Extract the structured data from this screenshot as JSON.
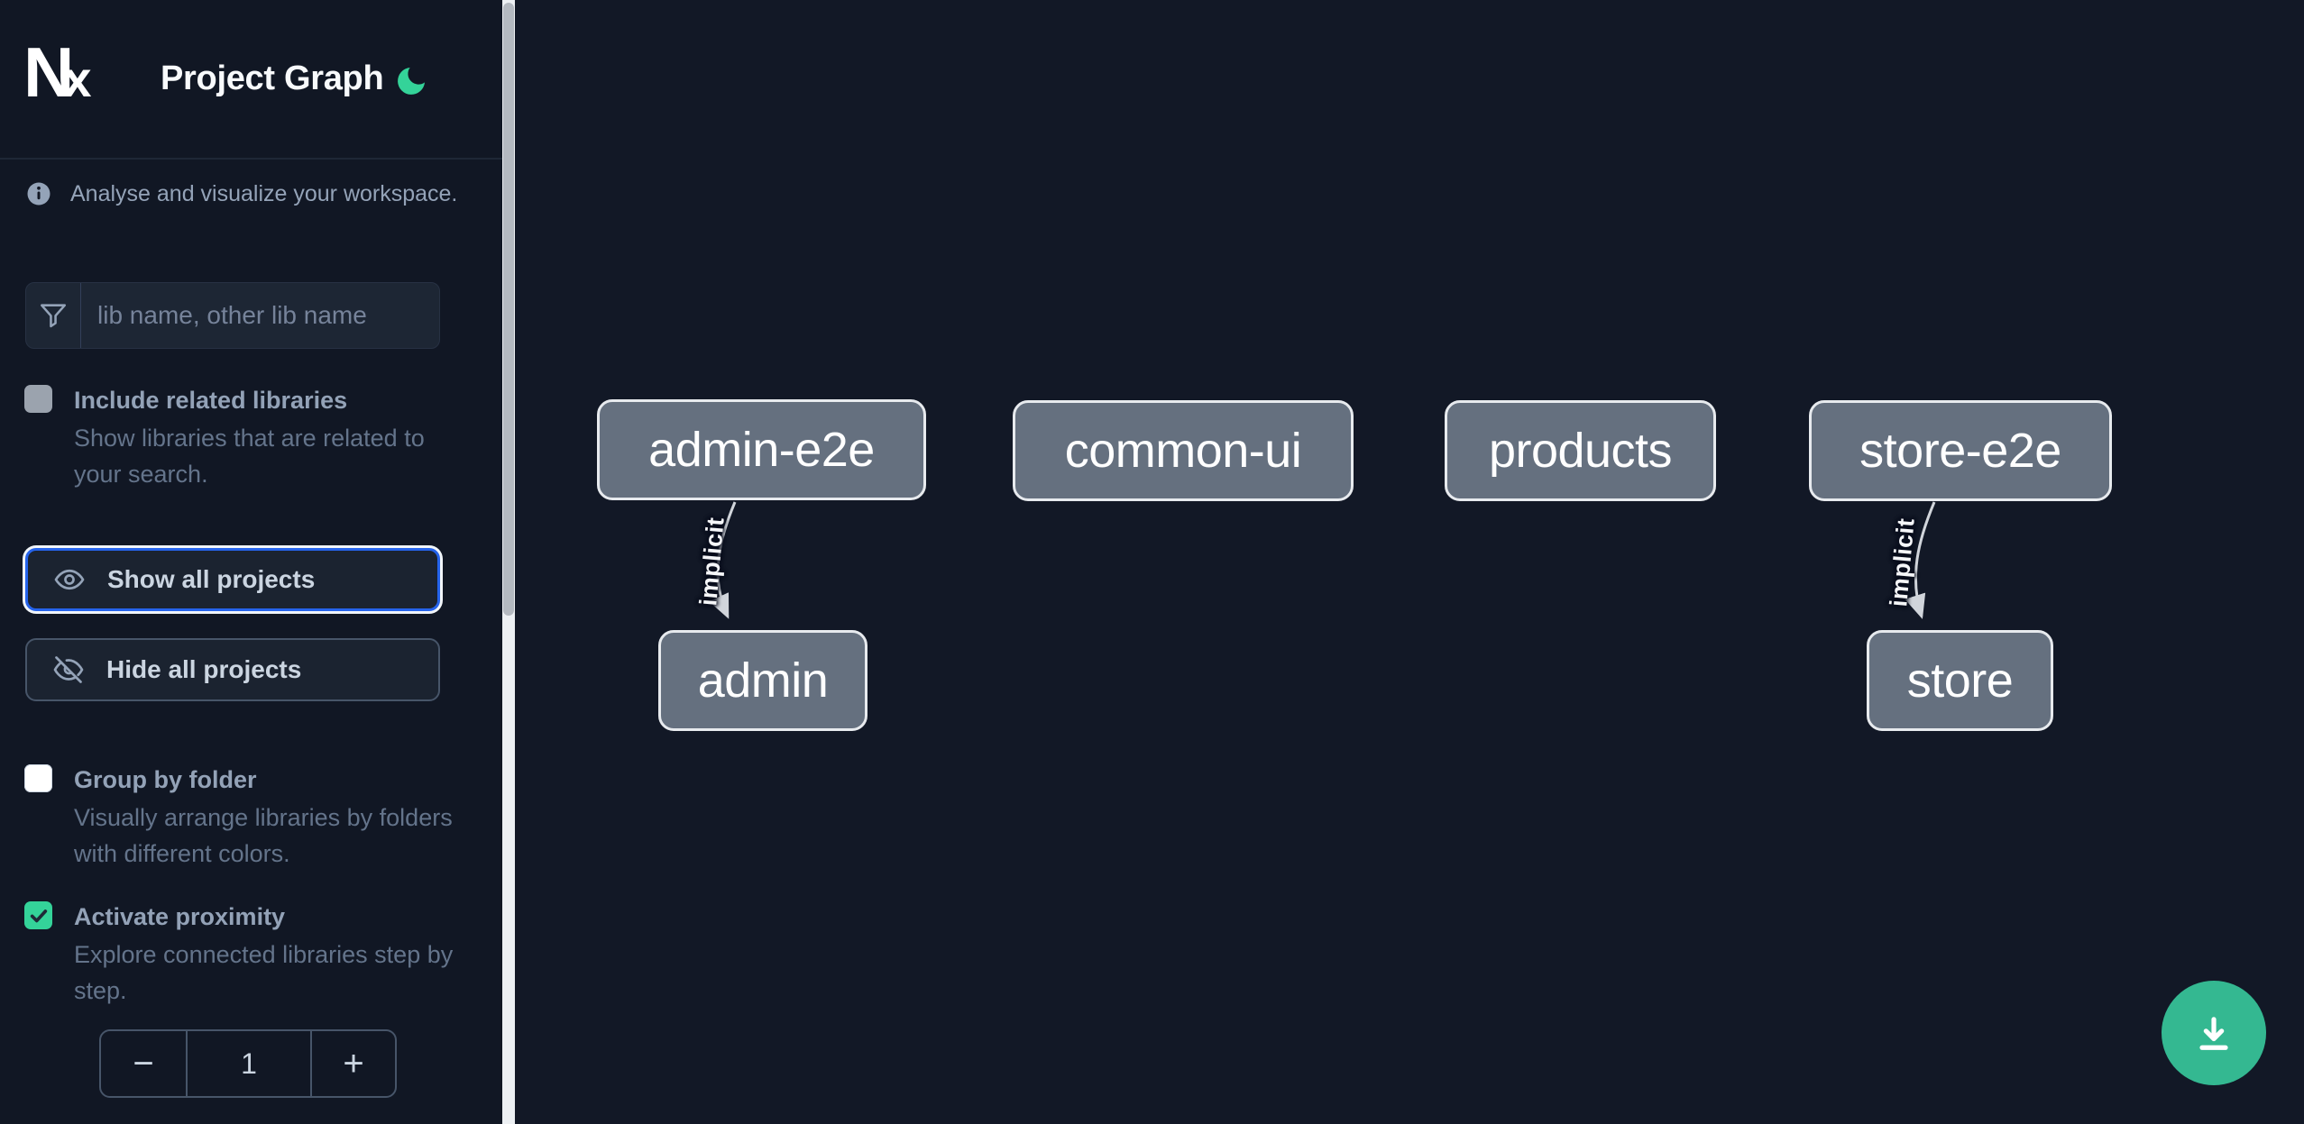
{
  "header": {
    "logo_text_n": "N",
    "logo_text_x": "x",
    "title": "Project Graph",
    "theme_toggle_icon": "moon-icon",
    "accent_green": "#34d399"
  },
  "sidebar": {
    "tagline": "Analyse and visualize your workspace.",
    "search": {
      "placeholder": "lib name, other lib name",
      "icon": "filter-funnel-icon",
      "value": ""
    },
    "toggles": [
      {
        "label": "Include related libraries",
        "description": "Show libraries that are related to your search.",
        "checked": false,
        "checkbox_color": "#9ba3ae"
      },
      {
        "label": "Group by folder",
        "description": "Visually arrange libraries by folders with different colors.",
        "checked": false,
        "checkbox_color": "#ffffff"
      },
      {
        "label": "Activate proximity",
        "description": "Explore connected libraries step by step.",
        "checked": true,
        "checkbox_color": "#34d399"
      }
    ],
    "buttons": [
      {
        "label": "Show all projects",
        "icon": "eye-icon",
        "focused": true
      },
      {
        "label": "Hide all projects",
        "icon": "eye-off-icon",
        "focused": false
      }
    ],
    "stepper": {
      "decrement": "−",
      "value": "1",
      "increment": "+"
    }
  },
  "graph": {
    "nodes": [
      {
        "id": "admin-e2e",
        "label": "admin-e2e"
      },
      {
        "id": "common-ui",
        "label": "common-ui"
      },
      {
        "id": "products",
        "label": "products"
      },
      {
        "id": "store-e2e",
        "label": "store-e2e"
      },
      {
        "id": "admin",
        "label": "admin"
      },
      {
        "id": "store",
        "label": "store"
      }
    ],
    "edges": [
      {
        "source": "admin-e2e",
        "target": "admin",
        "label": "implicit"
      },
      {
        "source": "store-e2e",
        "target": "store",
        "label": "implicit"
      }
    ],
    "node_fill": "#65707f",
    "node_border": "#e7eaee",
    "edge_color": "#d1d5db"
  },
  "fab": {
    "icon": "download-icon",
    "color": "#34b891"
  }
}
